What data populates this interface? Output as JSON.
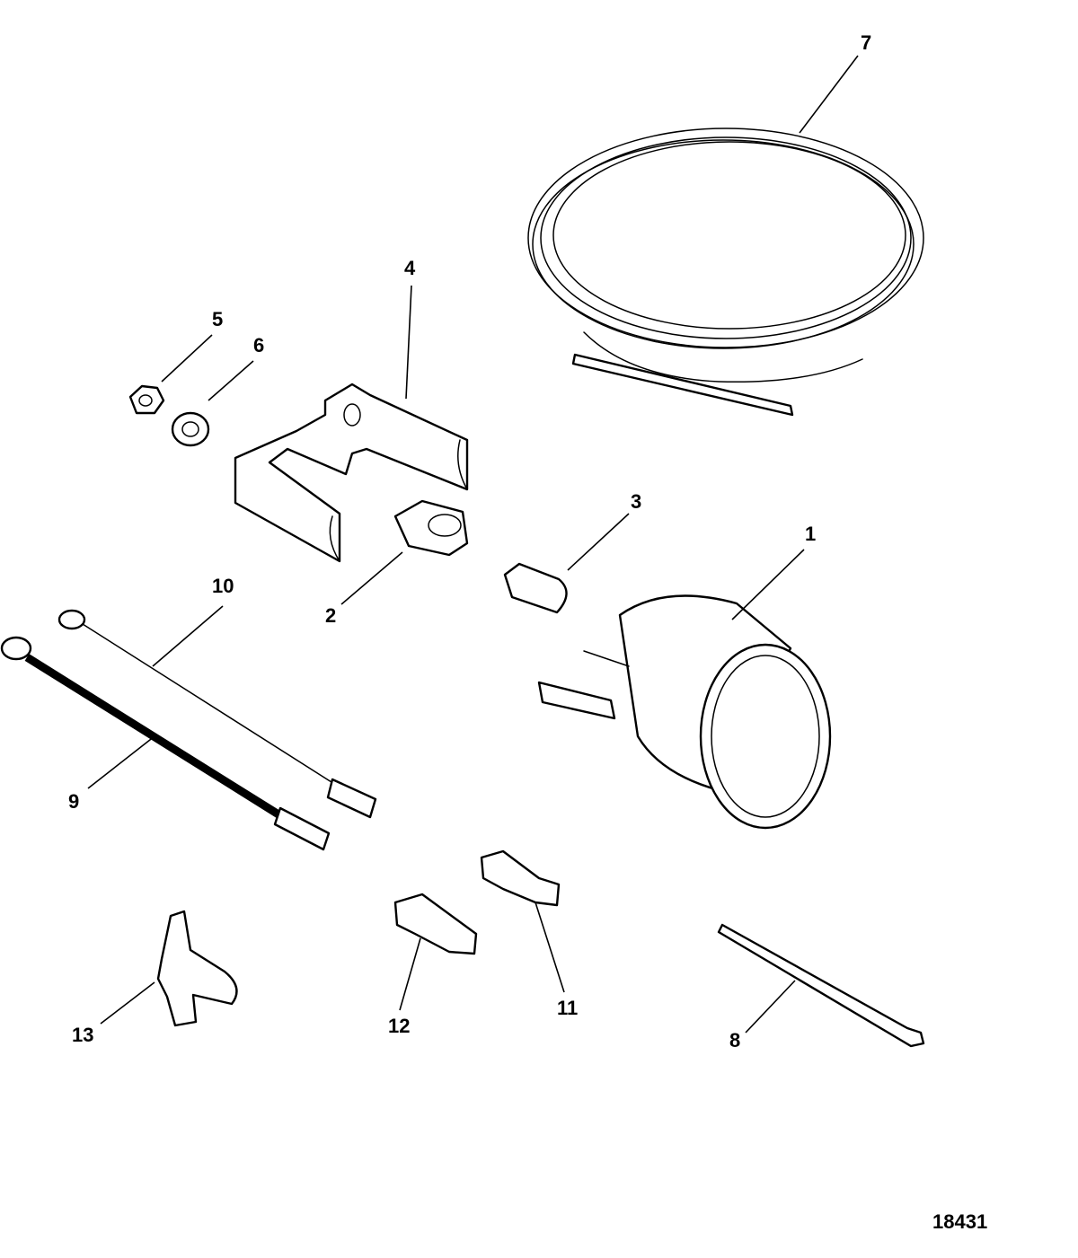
{
  "figure_number": "18431",
  "callouts": [
    {
      "id": "1",
      "label": "1"
    },
    {
      "id": "2",
      "label": "2"
    },
    {
      "id": "3",
      "label": "3"
    },
    {
      "id": "4",
      "label": "4"
    },
    {
      "id": "5",
      "label": "5"
    },
    {
      "id": "6",
      "label": "6"
    },
    {
      "id": "7",
      "label": "7"
    },
    {
      "id": "8",
      "label": "8"
    },
    {
      "id": "9",
      "label": "9"
    },
    {
      "id": "10",
      "label": "10"
    },
    {
      "id": "11",
      "label": "11"
    },
    {
      "id": "12",
      "label": "12"
    },
    {
      "id": "13",
      "label": "13"
    }
  ],
  "colors": {
    "ink": "#000000",
    "paper": "#ffffff"
  }
}
